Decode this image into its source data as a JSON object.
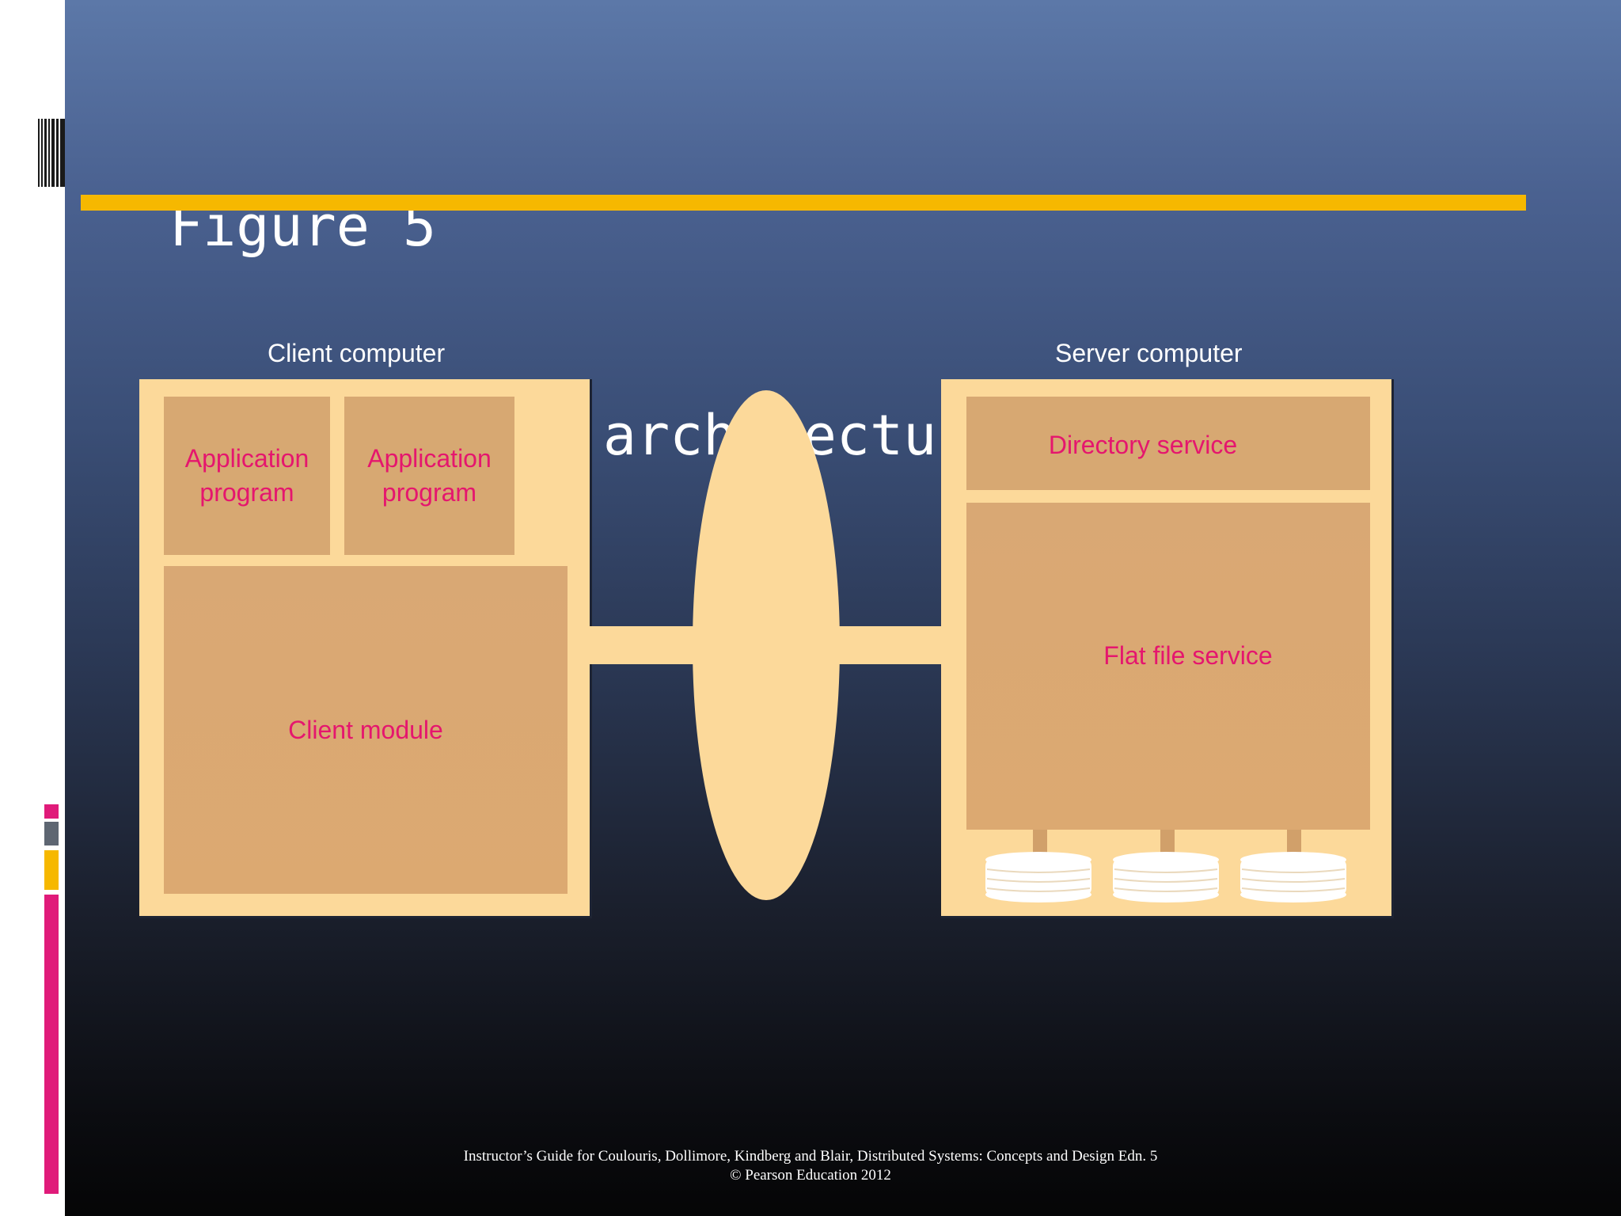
{
  "slide": {
    "title_line1": "Figure 5",
    "title_line2": "File service architecture",
    "accent_color": "#f6b800",
    "label_color": "#e5166e"
  },
  "diagram": {
    "client": {
      "label": "Client computer",
      "app1": [
        "Application",
        "program"
      ],
      "app2": [
        "Application",
        "program"
      ],
      "module": "Client module"
    },
    "server": {
      "label": "Server computer",
      "directory": "Directory service",
      "flat_file": "Flat file service",
      "disks": [
        "disk",
        "disk",
        "disk"
      ]
    },
    "network": "network-ellipse"
  },
  "footer": {
    "line1": "Instructor’s Guide for  Coulouris, Dollimore, Kindberg and Blair,  Distributed Systems: Concepts and Design   Edn. 5",
    "line2": "©  Pearson Education 2012"
  }
}
